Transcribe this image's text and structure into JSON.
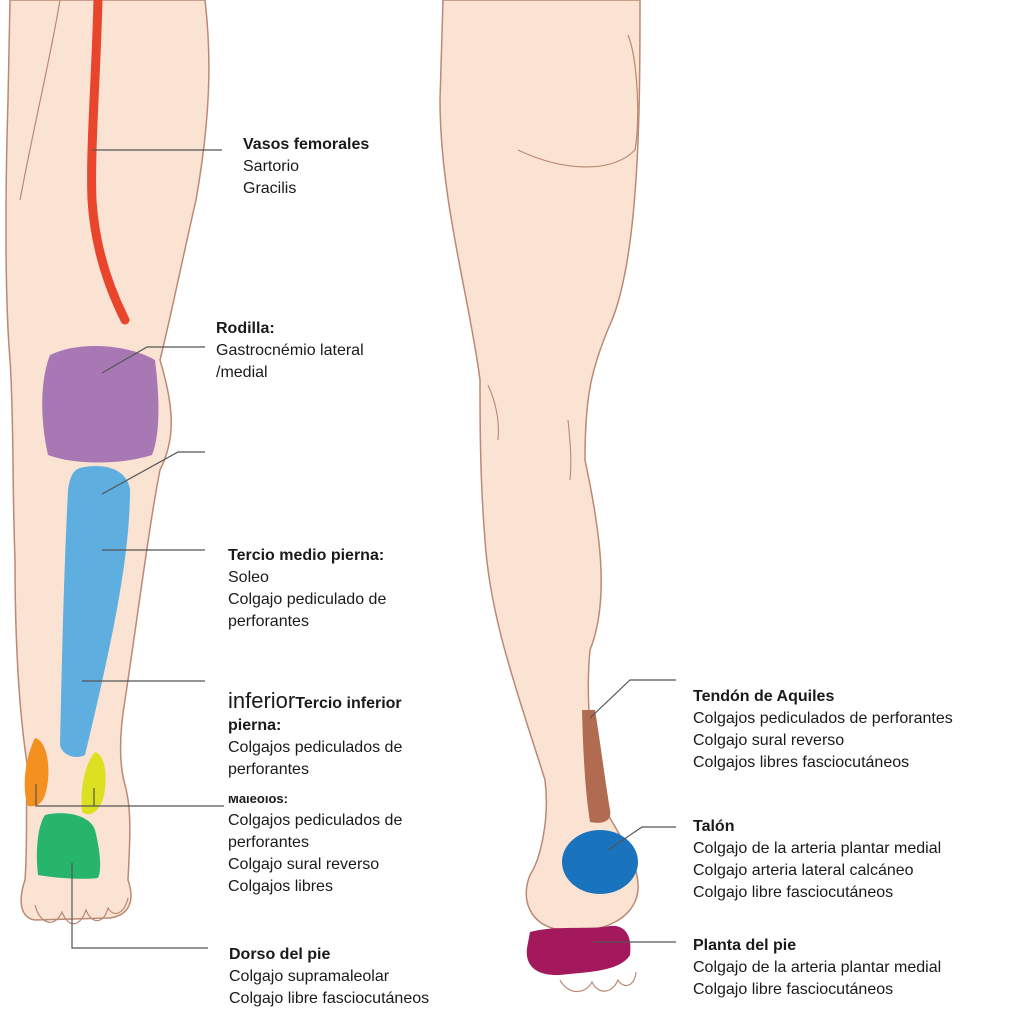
{
  "colors": {
    "skin": "#fbe3d3",
    "outline": "#b98a74",
    "femoral": "#e8452c",
    "knee": "#a878b4",
    "calf": "#5eaee0",
    "lateral_malleolus": "#f39020",
    "medial_malleolus": "#dbe021",
    "dorsum": "#27b56b",
    "achilles": "#b06b50",
    "heel": "#1a74bd",
    "sole": "#a3195b",
    "leader": "#555555"
  },
  "labels": {
    "vasos": {
      "title": "Vasos femorales",
      "lines": [
        "Sartorio",
        "Gracilis"
      ]
    },
    "rodilla": {
      "title": "Rodilla:",
      "lines": [
        "Gastrocnémio lateral",
        "/medial"
      ]
    },
    "tercio_medio": {
      "title": "Tercio medio pierna:",
      "lines": [
        "Soleo",
        "Colgajo pediculado de",
        "perforantes"
      ]
    },
    "tercio_inferior": {
      "prefix": "inferior",
      "title": "Tercio inferior",
      "title2": "pierna:",
      "lines": [
        "Colgajos pediculados de",
        "perforantes"
      ]
    },
    "maleolos": {
      "title": "Maleolos:",
      "lines": [
        "Colgajos pediculados de",
        "perforantes",
        "Colgajo sural reverso",
        "Colgajos libres"
      ]
    },
    "dorso": {
      "title": "Dorso del pie",
      "lines": [
        "Colgajo supramaleolar",
        "Colgajo libre  fasciocutáneos"
      ]
    },
    "aquiles": {
      "title": "Tendón de Aquiles",
      "lines": [
        "Colgajos pediculados de perforantes",
        "Colgajo sural reverso",
        "Colgajos libres fasciocutáneos"
      ]
    },
    "talon": {
      "title": "Talón",
      "lines": [
        "Colgajo de la arteria plantar medial",
        "Colgajo arteria lateral calcáneo",
        "Colgajo libre  fasciocutáneos"
      ]
    },
    "planta": {
      "title": "Planta del pie",
      "lines": [
        "Colgajo de la arteria plantar medial",
        "Colgajo libre  fasciocutáneos"
      ]
    }
  }
}
